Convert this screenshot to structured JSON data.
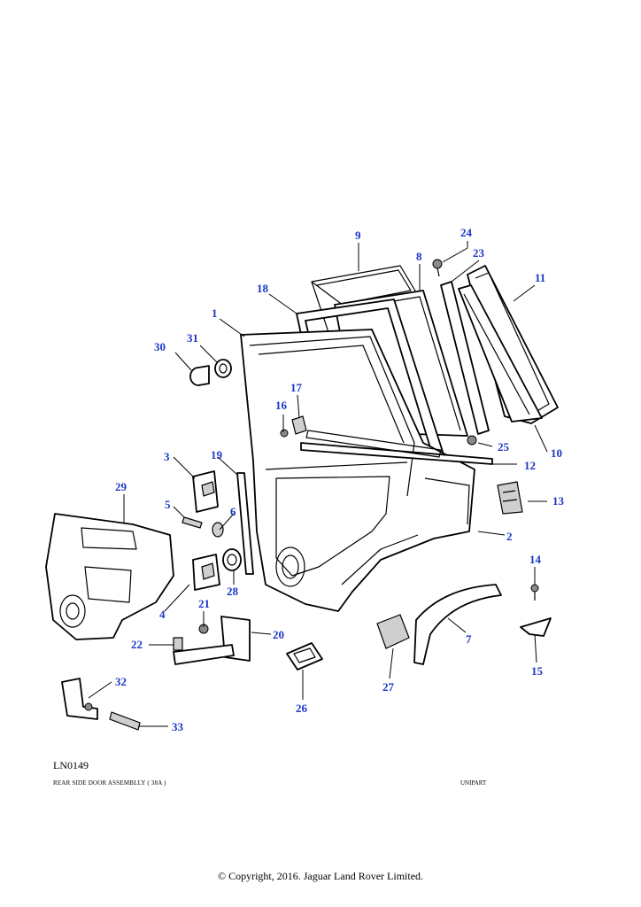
{
  "diagram": {
    "reference_code": "LN0149",
    "caption": "REAR SIDE DOOR ASSEMBLLY ( 38A )",
    "supplier": "UNIPART",
    "copyright": "© Copyright, 2016. Jaguar Land Rover Limited."
  },
  "callouts": [
    "1",
    "2",
    "3",
    "4",
    "5",
    "6",
    "7",
    "8",
    "9",
    "10",
    "11",
    "12",
    "13",
    "14",
    "15",
    "16",
    "17",
    "18",
    "19",
    "20",
    "21",
    "22",
    "23",
    "24",
    "25",
    "26",
    "27",
    "28",
    "29",
    "30",
    "31",
    "32",
    "33"
  ]
}
